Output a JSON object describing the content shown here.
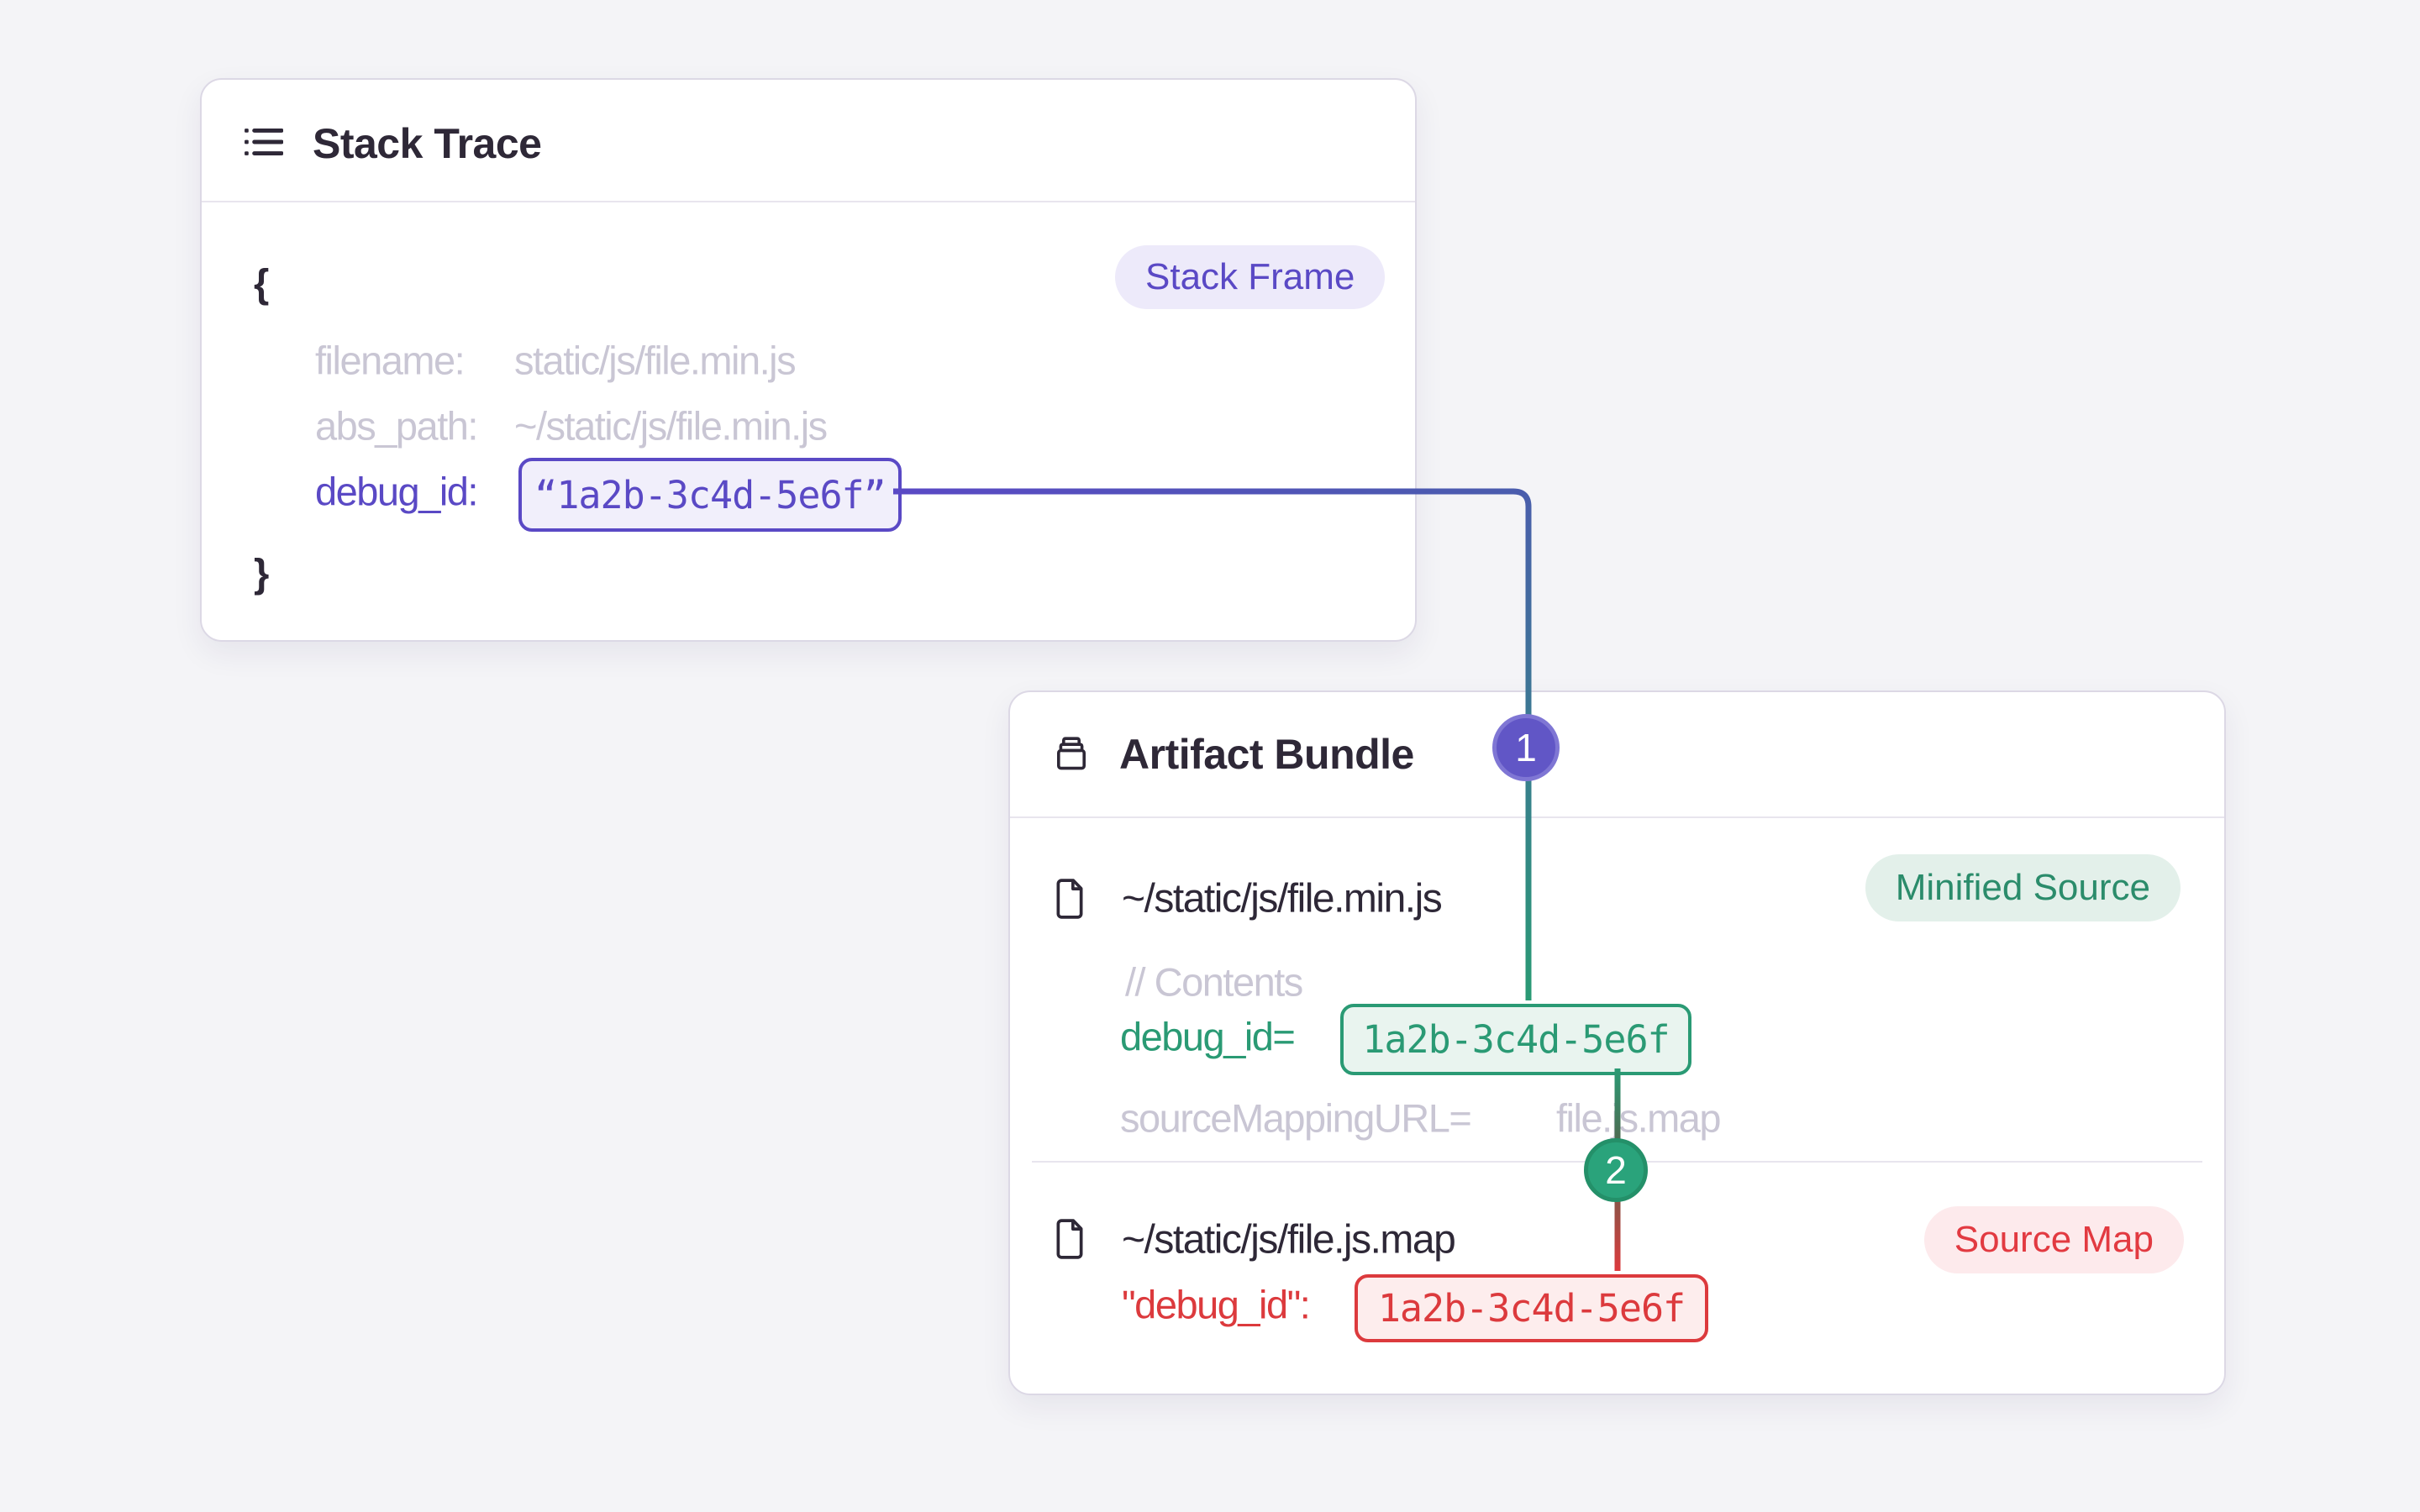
{
  "colors": {
    "purple": "#5a49c5",
    "indigo_transition": "#4a5cad",
    "teal": "#2a9a74",
    "olive_transition": "#52654d",
    "red": "#dc3a3d",
    "dark_text": "#2e2837",
    "muted_text": "#c9c6d4",
    "purple_badge_bg": "#edeafa",
    "teal_badge_bg": "#e3f0ea",
    "red_badge_bg": "#fdeaec",
    "purple_box_bg": "#f1effb",
    "teal_box_bg": "#e9f4ef",
    "red_box_bg": "#fdeded",
    "card_border": "#dcd8e5",
    "page_bg": "#f4f4f7",
    "circle1_fill": "#6156c6",
    "circle1_ring": "#7f76d4",
    "circle2_fill": "#2aa37b",
    "circle2_ring": "#249069"
  },
  "stack_trace_card": {
    "title": "Stack Trace",
    "badge": "Stack Frame",
    "open_brace": "{",
    "close_brace": "}",
    "filename_key": "filename:",
    "filename_value": "static/js/file.min.js",
    "abs_path_key": "abs_path:",
    "abs_path_value": "~/static/js/file.min.js",
    "debug_id_key": "debug_id:",
    "debug_id_value": "“1a2b-3c4d-5e6f”"
  },
  "artifact_bundle_card": {
    "title": "Artifact Bundle",
    "files": [
      {
        "name": "~/static/js/file.min.js",
        "badge": "Minified Source",
        "contents_comment": "// Contents",
        "debug_id_key": "debug_id=",
        "debug_id_value": "1a2b-3c4d-5e6f",
        "source_mapping_key": "sourceMappingURL=",
        "source_mapping_value": "file.js.map"
      },
      {
        "name": "~/static/js/file.js.map",
        "badge": "Source Map",
        "debug_id_key": "\"debug_id\":",
        "debug_id_value": "1a2b-3c4d-5e6f"
      }
    ]
  },
  "markers": [
    {
      "label": "1"
    },
    {
      "label": "2"
    }
  ]
}
